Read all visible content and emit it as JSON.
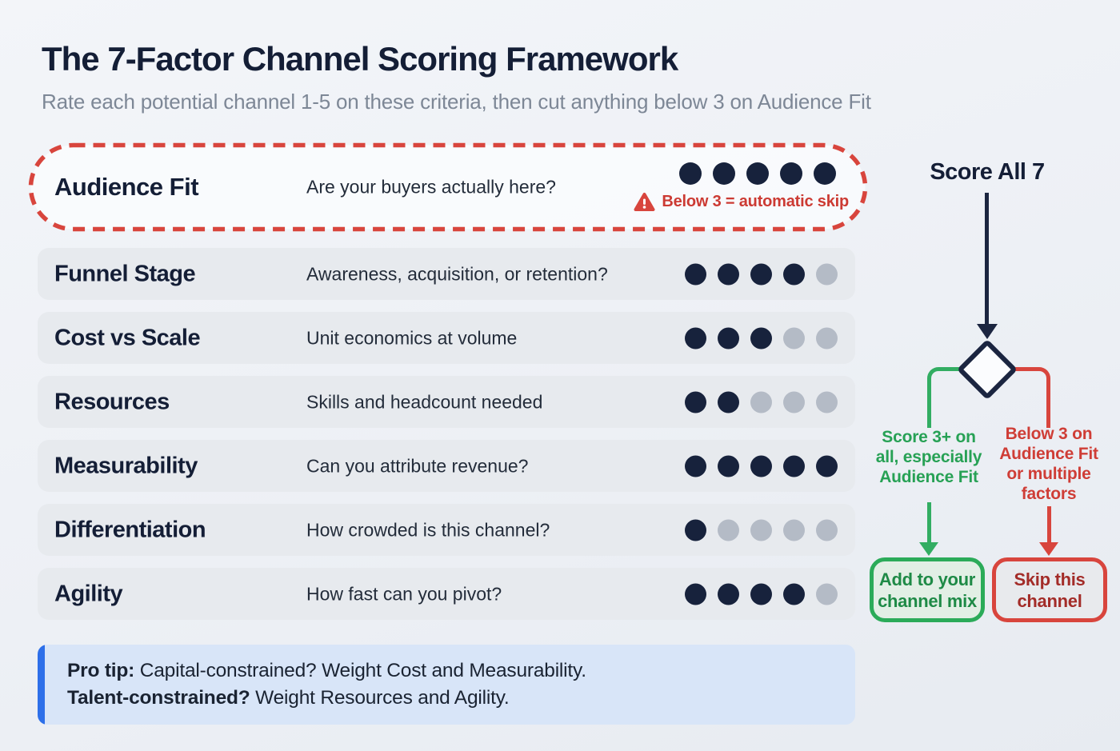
{
  "header": {
    "title": "The 7-Factor Channel Scoring Framework",
    "subtitle": "Rate each potential channel 1-5 on these criteria, then cut anything below 3 on Audience Fit"
  },
  "scoring": {
    "max_score": 5,
    "audience": {
      "name": "Audience Fit",
      "description": "Are your buyers actually here?",
      "score": 5,
      "warning": "Below 3 = automatic skip"
    },
    "rows": [
      {
        "name": "Funnel Stage",
        "description": "Awareness, acquisition, or retention?",
        "score": 4
      },
      {
        "name": "Cost vs Scale",
        "description": "Unit economics at volume",
        "score": 3
      },
      {
        "name": "Resources",
        "description": "Skills and headcount needed",
        "score": 2
      },
      {
        "name": "Measurability",
        "description": "Can you attribute revenue?",
        "score": 5
      },
      {
        "name": "Differentiation",
        "description": "How crowded is this channel?",
        "score": 1
      },
      {
        "name": "Agility",
        "description": "How fast can you pivot?",
        "score": 4
      }
    ]
  },
  "flowchart": {
    "title": "Score All 7",
    "green": {
      "label": "Score 3+ on\nall, especially\nAudience Fit",
      "box_label": "Add to your\nchannel mix"
    },
    "red": {
      "label": "Below 3 on\nAudience Fit\nor multiple\nfactors",
      "box_label": "Skip this\nchannel"
    }
  },
  "pro_tip": {
    "line1_bold": "Pro tip:",
    "line1_text": " Capital-constrained? Weight Cost and Measurability.",
    "line2_bold": "Talent-constrained?",
    "line2_text": " Weight Resources and Agility."
  },
  "colors": {
    "navy": "#17223c",
    "dot_empty": "#b4bbc6",
    "red_accent": "#d8453d",
    "green_accent": "#2bab59",
    "blue_accent": "#2d6fe9",
    "row_bg": "#e7eaee",
    "protip_bg": "#d8e5f8"
  }
}
